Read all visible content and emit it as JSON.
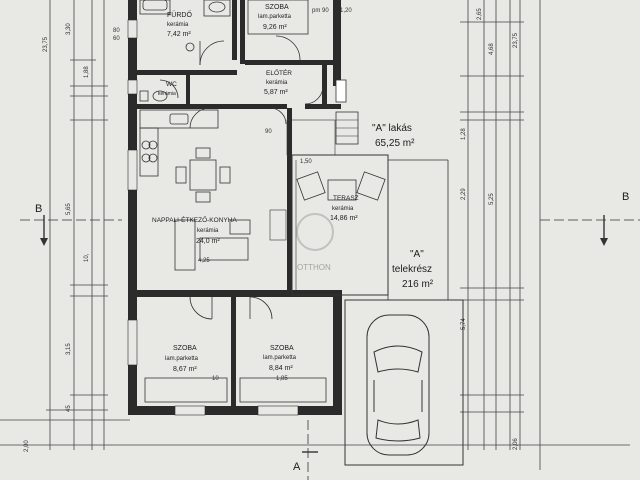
{
  "rooms": {
    "bathroom": {
      "name": "FÜRDŐ",
      "floor": "kerámia",
      "area": "7,42 m²"
    },
    "bedroom_top": {
      "name": "SZOBA",
      "floor": "lam.parketta",
      "area": "9,26 m²"
    },
    "hallway": {
      "name": "ELŐTÉR",
      "floor": "kerámia",
      "area": "5,87 m²"
    },
    "wc": {
      "name": "WC",
      "floor": "kerámia"
    },
    "living": {
      "name": "NAPPALI-ÉTKEZŐ-KONYHA",
      "floor": "kerámia",
      "area": "24,0 m²"
    },
    "terrace": {
      "name": "TERASZ",
      "floor": "kerámia",
      "area": "14,86 m²"
    },
    "bedroom_left": {
      "name": "SZOBA",
      "floor": "lam.parketta",
      "area": "8,67 m²"
    },
    "bedroom_right": {
      "name": "SZOBA",
      "floor": "lam.parketta",
      "area": "8,84 m²"
    }
  },
  "apartment": {
    "title": "\"A\" lakás",
    "area": "65,25 m²"
  },
  "plot": {
    "title": "\"A\"",
    "subtitle": "telekrész",
    "area": "216 m²"
  },
  "section_marks": {
    "left": "B",
    "right": "B",
    "bottom": "A"
  },
  "watermark": {
    "text": "OTTHON"
  },
  "dims": {
    "d_23_75_l": "23,75",
    "d_3_30": "3,30",
    "d_1_88": "1,88",
    "d_5_65": "5,65",
    "d_10": "10,",
    "d_3_15": "3,15",
    "d_2_00": "2,00",
    "d_45": "45",
    "d_23_75_r": "23,75",
    "d_2_65": "2,65",
    "d_4_68": "4,68",
    "d_5_25": "5,25",
    "d_2_29": "2,29",
    "d_5_74": "5,74",
    "d_2_06": "2,06",
    "d_1_28": "1,28",
    "d_4_25": "4,25",
    "d_90": "90",
    "d_1_20": "1,20",
    "d_1_50": "1,50",
    "d_pm_90": "pm 90",
    "d_10b": "10",
    "d_1_85": "1,85",
    "d_60": "60",
    "d_80": "80"
  }
}
